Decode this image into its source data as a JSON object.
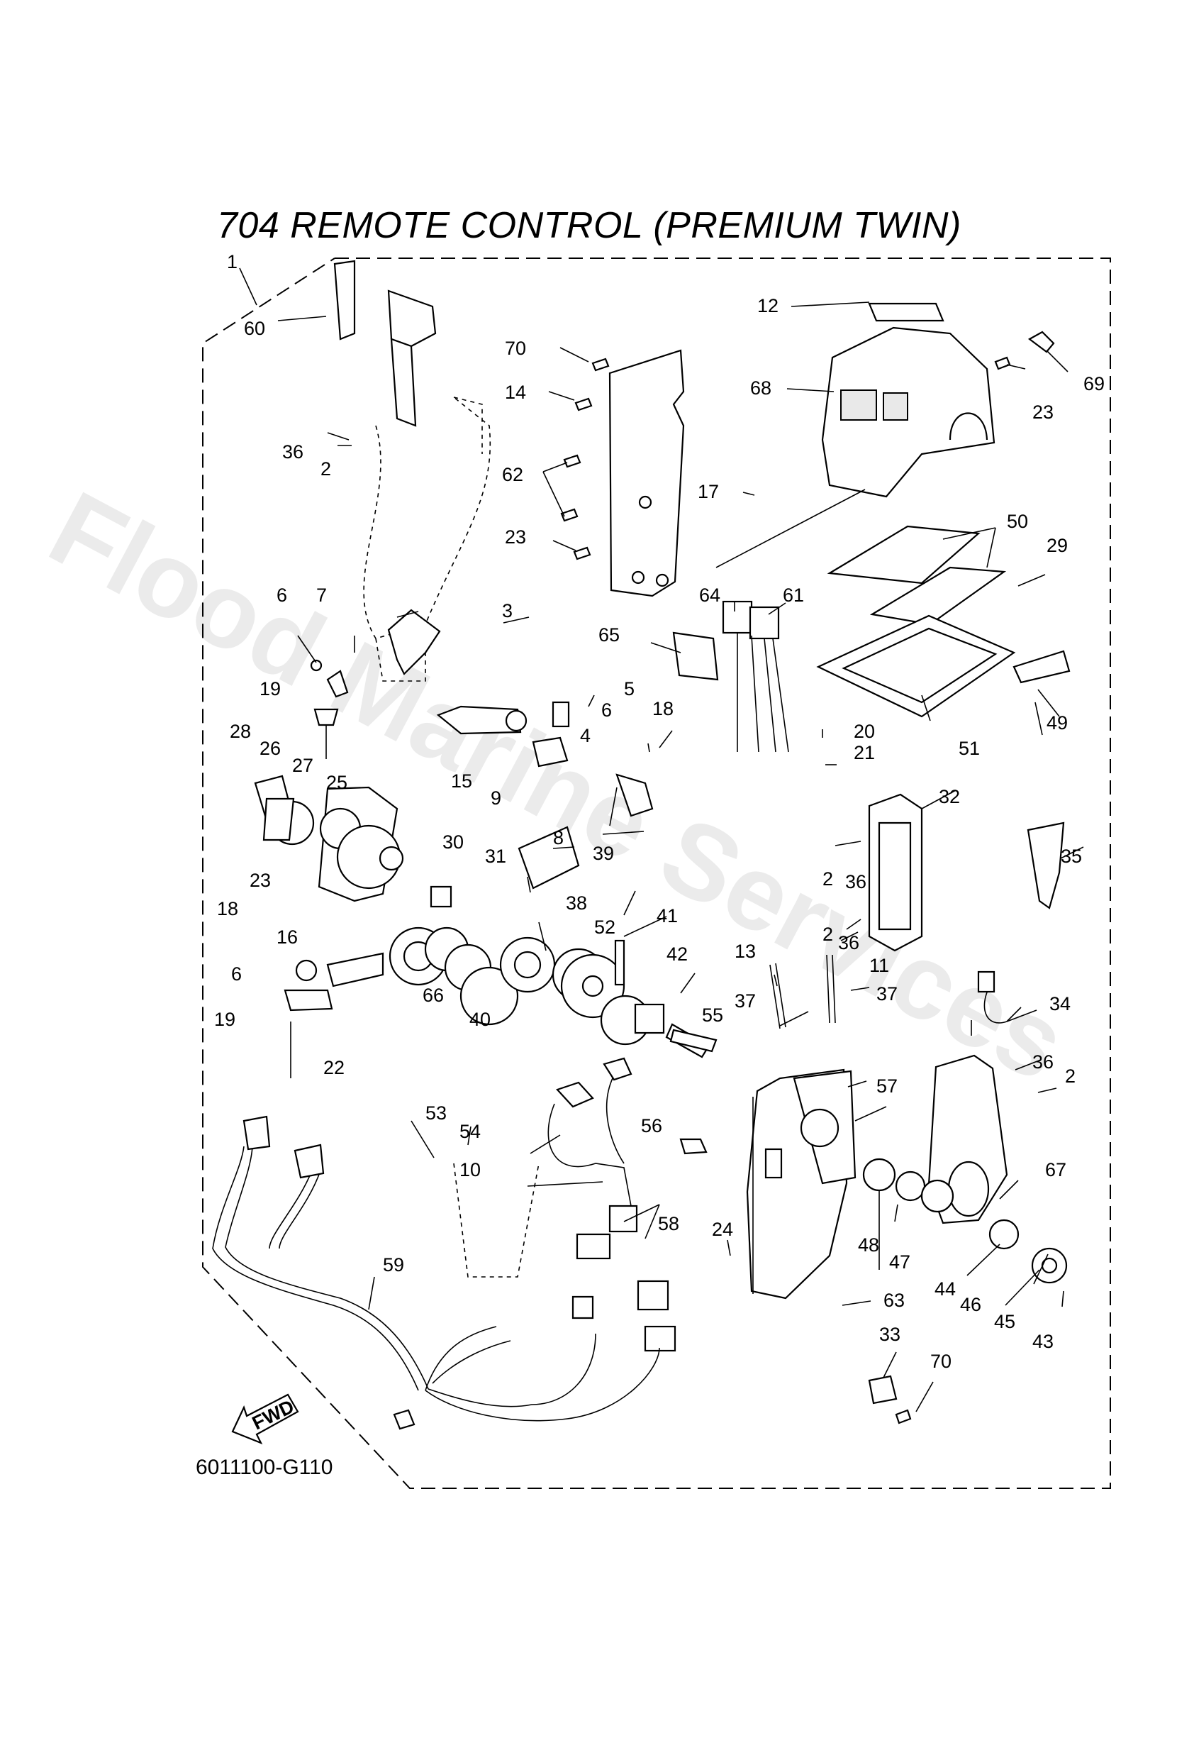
{
  "title": "704 REMOTE CONTROL (PREMIUM TWIN)",
  "diagram_code": "6011100-G110",
  "watermark": "Flood Marine Services",
  "fwd_label": "FWD",
  "callouts": [
    "1",
    "60",
    "36",
    "2",
    "70",
    "14",
    "62",
    "23",
    "12",
    "68",
    "23",
    "69",
    "17",
    "50",
    "29",
    "64",
    "61",
    "65",
    "6",
    "7",
    "3",
    "19",
    "5",
    "6",
    "4",
    "18",
    "20",
    "21",
    "51",
    "49",
    "15",
    "9",
    "28",
    "26",
    "27",
    "25",
    "8",
    "32",
    "35",
    "23",
    "30",
    "31",
    "39",
    "38",
    "52",
    "41",
    "42",
    "2",
    "36",
    "2",
    "36",
    "18",
    "16",
    "6",
    "19",
    "22",
    "66",
    "40",
    "13",
    "11",
    "37",
    "37",
    "34",
    "55",
    "53",
    "54",
    "10",
    "36",
    "2",
    "56",
    "57",
    "59",
    "58",
    "24",
    "48",
    "47",
    "67",
    "44",
    "46",
    "45",
    "43",
    "63",
    "33",
    "70"
  ]
}
